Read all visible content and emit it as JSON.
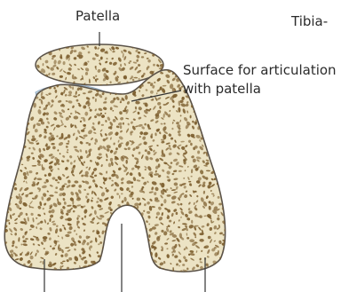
{
  "labels": {
    "patella": "Patella",
    "tibia": "Tibia-",
    "surface_line1": "Surface for articulation",
    "surface_line2": "with patella"
  },
  "colors": {
    "bone_fill": "#ece3c4",
    "bone_outline": "#5a5248",
    "bone_pore": "#7b5c2c",
    "cartilage": "#c7dcec",
    "cartilage_outline": "#8fa9bf",
    "leader_line": "#333333",
    "label_text": "#2b2b2b"
  }
}
